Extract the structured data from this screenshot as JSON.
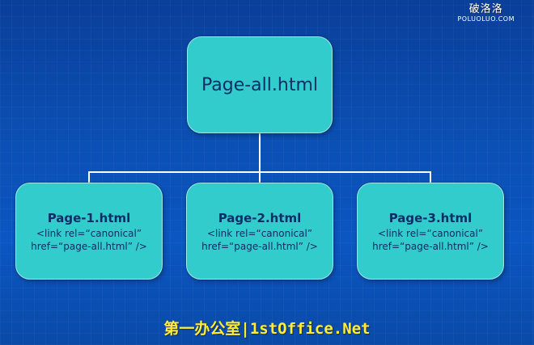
{
  "watermark": {
    "cn": "破洛洛",
    "en": "POLUOLUO.COM"
  },
  "root": {
    "label": "Page-all.html"
  },
  "children": [
    {
      "title": "Page-1.html",
      "line1": "<link rel=“canonical”",
      "line2": "href=“page-all.html” />"
    },
    {
      "title": "Page-2.html",
      "line1": "<link rel=“canonical”",
      "line2": "href=“page-all.html” />"
    },
    {
      "title": "Page-3.html",
      "line1": "<link rel=“canonical”",
      "line2": "href=“page-all.html” />"
    }
  ],
  "footer": {
    "text": "第一办公室|1stOffice.Net"
  },
  "colors": {
    "node_fill": "#33cccc",
    "text": "#0b2e66",
    "footer": "#ffee33",
    "connector": "#ffffff"
  }
}
